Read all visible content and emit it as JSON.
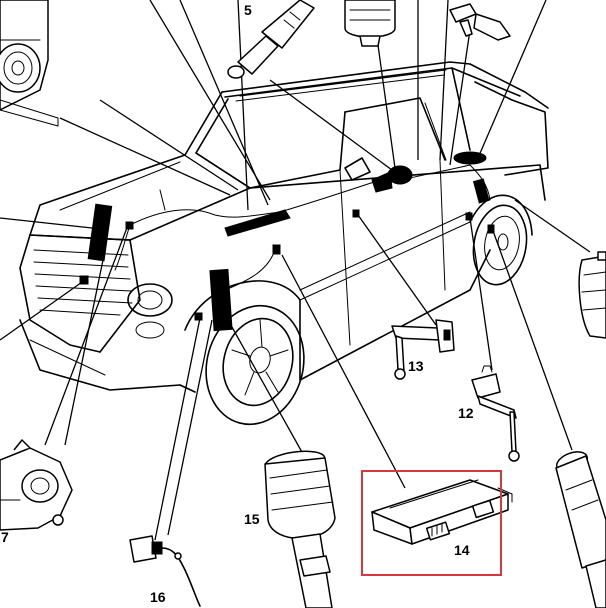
{
  "callouts": {
    "c5": "5",
    "c7": "7",
    "c12": "12",
    "c13": "13",
    "c14": "14",
    "c15": "15",
    "c16": "16"
  },
  "colors": {
    "line": "#000000",
    "background": "#ffffff",
    "highlight_box": "#d9363e"
  },
  "highlighted_part": "14"
}
